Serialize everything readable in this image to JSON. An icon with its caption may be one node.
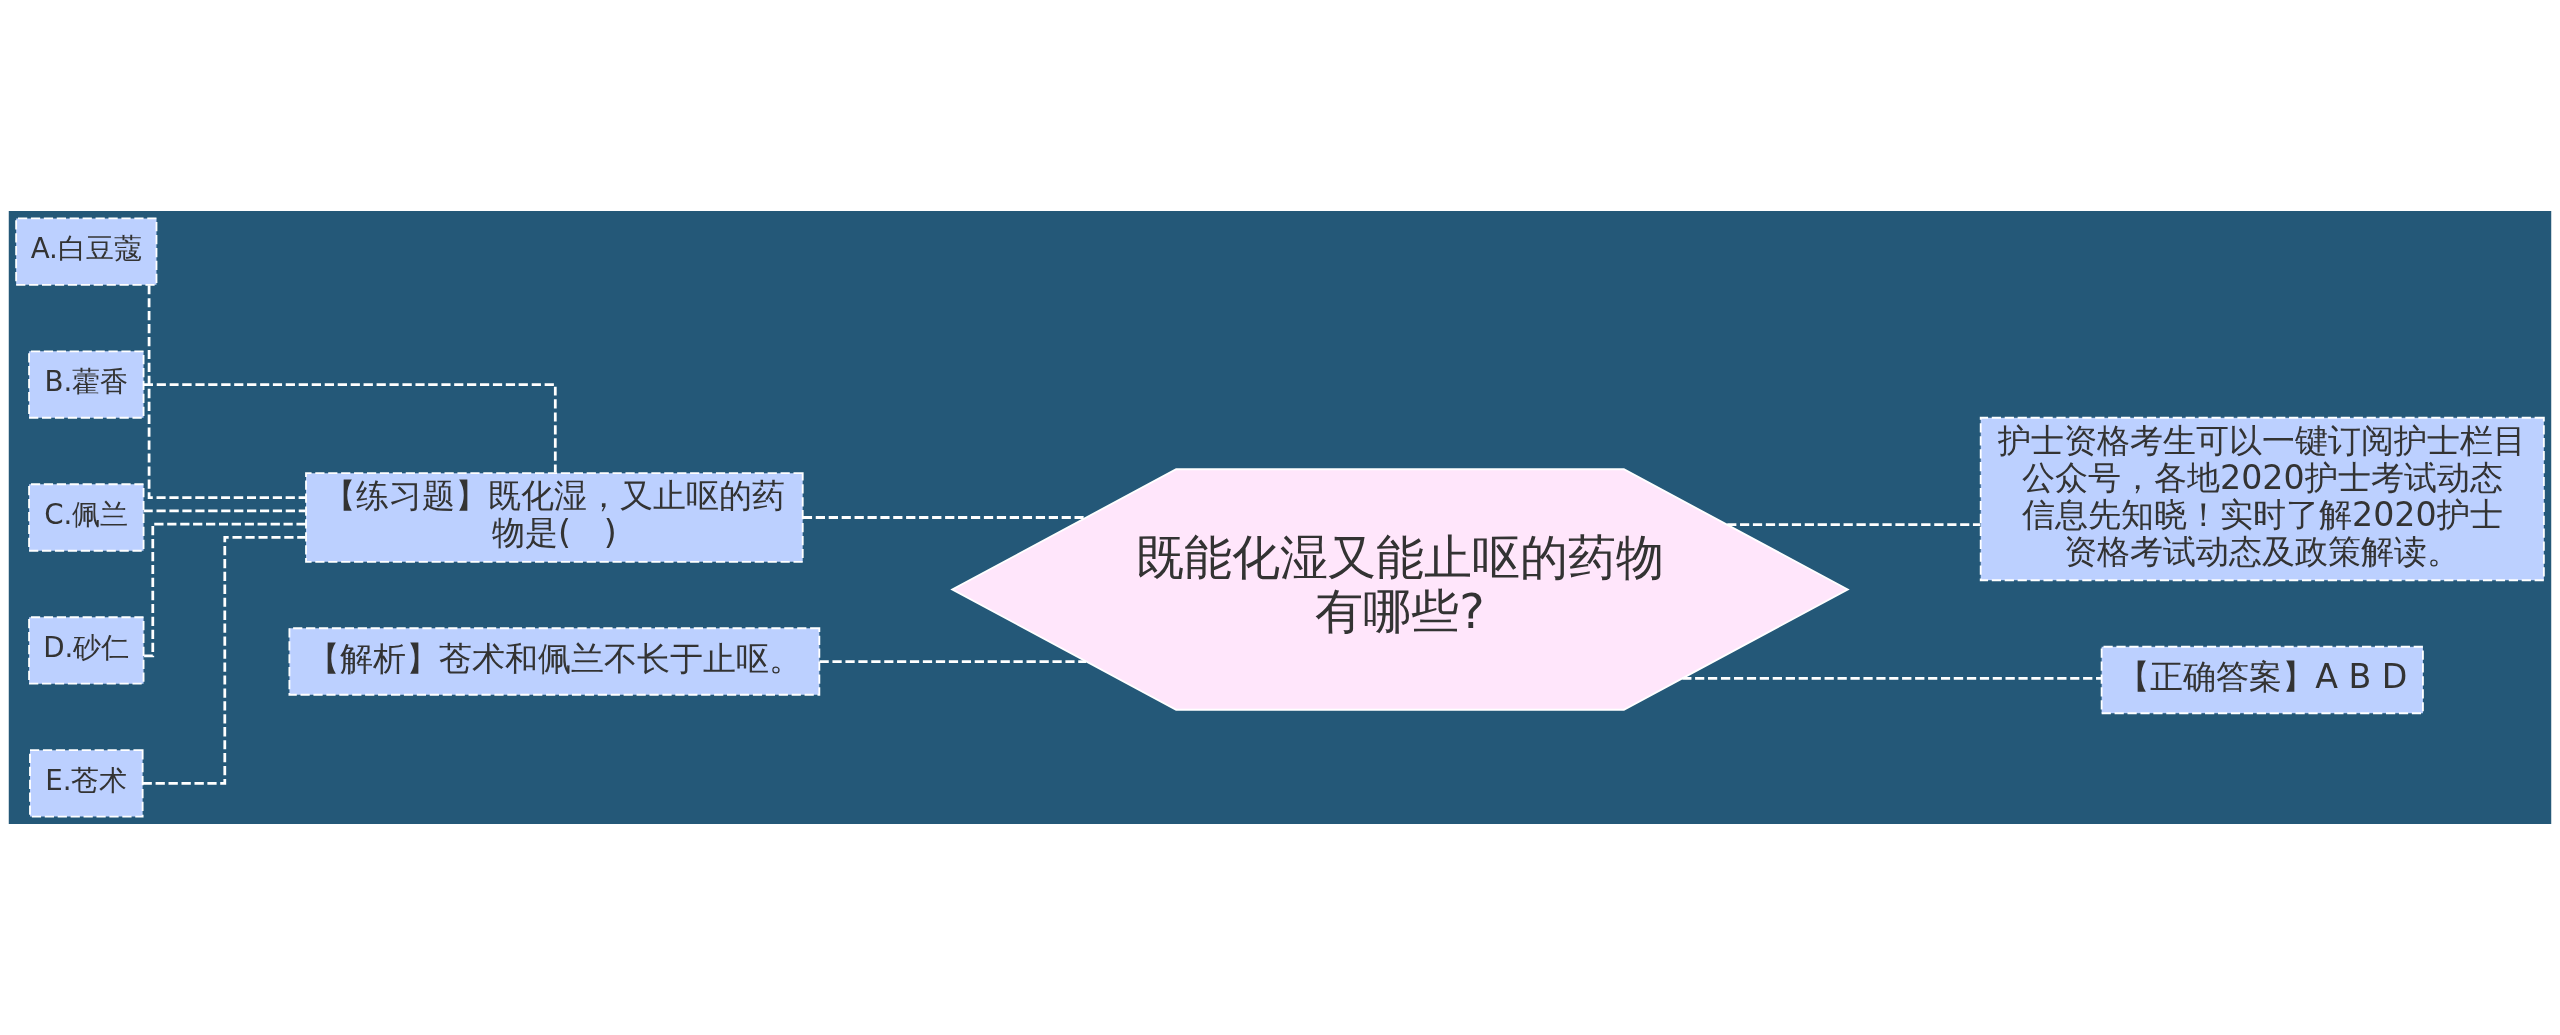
{
  "diagram": {
    "nodes": [
      {
        "text": [
          "既能化湿又能止呕的药物有哪些?"
        ]
      },
      {
        "text": [
          "【练习题】既化湿，又止呕的药物是(　)"
        ]
      },
      {
        "text": [
          "A.白豆蔻"
        ]
      },
      {
        "text": [
          "B.藿香"
        ]
      },
      {
        "text": [
          "C.佩兰"
        ]
      },
      {
        "text": [
          "D.砂仁"
        ]
      },
      {
        "text": [
          "E.苍术"
        ]
      },
      {
        "text": [
          "【解析】苍术和佩兰不长于止呕。"
        ]
      },
      {
        "text": [
          "护士资格考生可以一键订阅护士栏目公众号，各地2020护士考试动态信息先知晓！实时了解2020护士资格考试动态及政策解读。"
        ]
      },
      {
        "text": [
          "【正确答案】A B D"
        ]
      }
    ],
    "edges": [
      {
        "from": 0,
        "to": 1,
        "arrow": "none"
      },
      {
        "from": 1,
        "to": 2,
        "arrow": "none"
      },
      {
        "from": 1,
        "to": 3,
        "arrow": "none"
      },
      {
        "from": 1,
        "to": 4,
        "arrow": "none"
      },
      {
        "from": 1,
        "to": 5,
        "arrow": "none"
      },
      {
        "from": 1,
        "to": 6,
        "arrow": "none"
      },
      {
        "from": 0,
        "to": 7,
        "arrow": "none"
      },
      {
        "from": 0,
        "to": 8,
        "arrow": "none"
      },
      {
        "from": 0,
        "to": 9,
        "arrow": "none"
      }
    ]
  }
}
